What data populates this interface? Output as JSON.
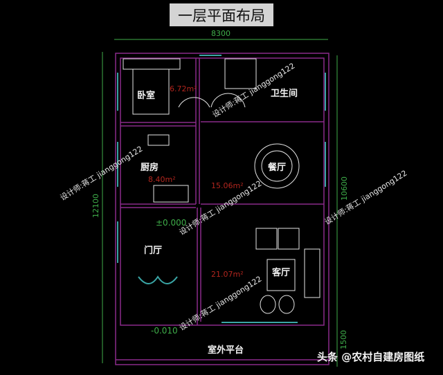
{
  "title": "一层平面布局",
  "dimensions": {
    "top": "8300",
    "left": "12100",
    "right_main": "10600",
    "right_terrace": "1500"
  },
  "rooms": {
    "bedroom": {
      "label": "卧室",
      "area": "6.72m²"
    },
    "bathroom": {
      "label": "卫生间"
    },
    "kitchen": {
      "label": "厨房",
      "area": "8.40m²"
    },
    "dining": {
      "label": "餐厅",
      "area": "15.06m²"
    },
    "foyer": {
      "label": "门厅"
    },
    "living": {
      "label": "客厅",
      "area": "21.07m²"
    },
    "terrace": {
      "label": "室外平台"
    }
  },
  "levels": {
    "indoor": "±0.000",
    "outdoor": "-0.010"
  },
  "watermark": "设计师:蒋工 jianggong122",
  "brand": "头条 @农村自建房图纸",
  "colors": {
    "wall": "#8a2a8a",
    "window": "#3aa6a6",
    "dim": "#3fae4a",
    "area": "#b3261e",
    "furniture": "#e6e6e6"
  }
}
